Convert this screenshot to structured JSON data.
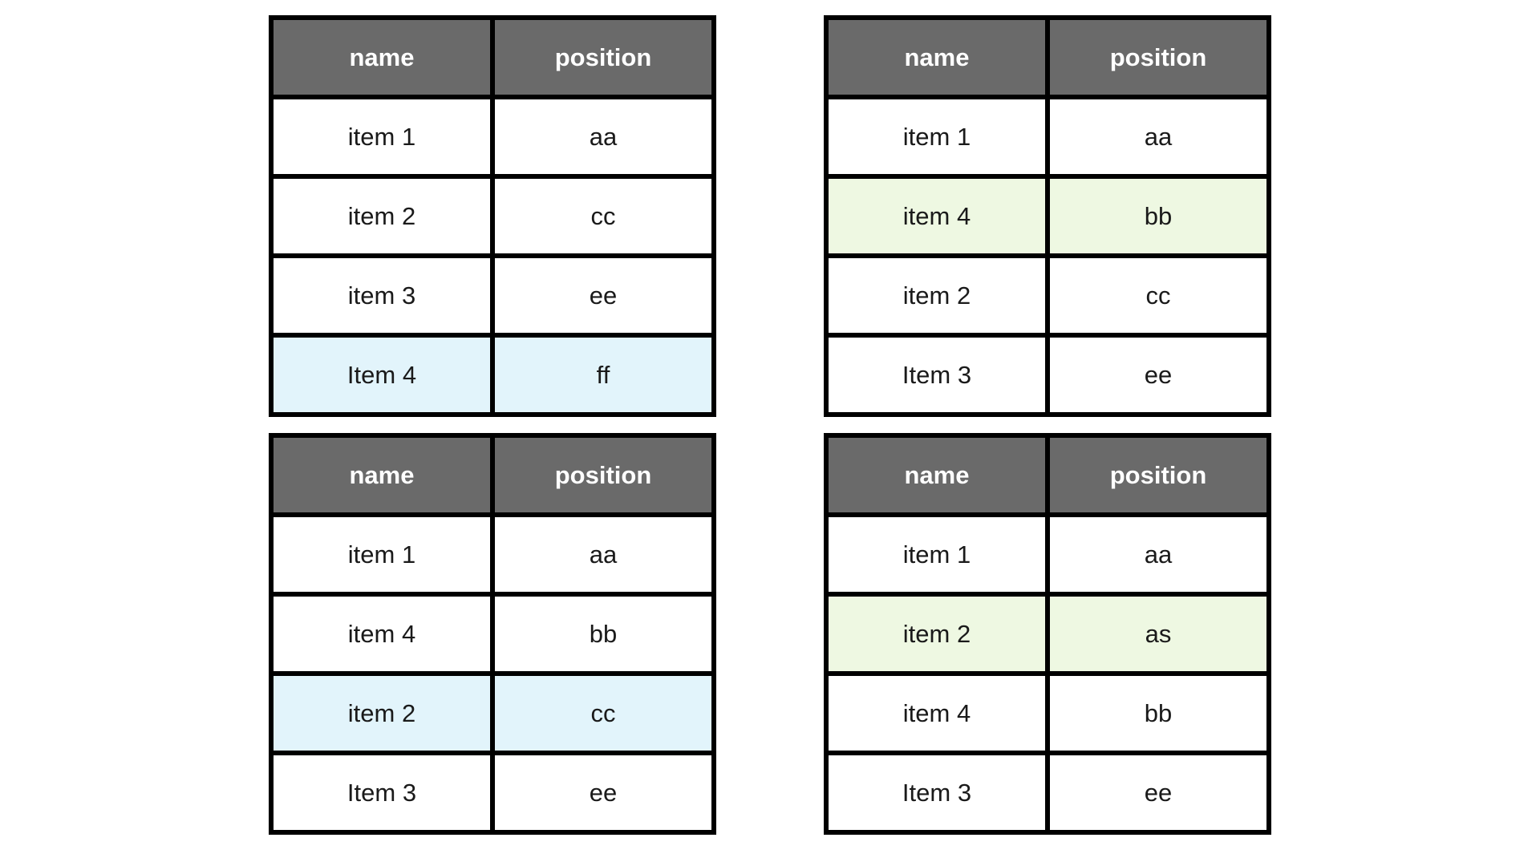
{
  "page": {
    "background": "#ffffff"
  },
  "colors": {
    "header_bg": "#6a6a6a",
    "header_text": "#ffffff",
    "cell_text": "#1a1a1a",
    "table_border": "#000000",
    "highlight_blue": "#e2f4fb",
    "highlight_green": "#eef8e2",
    "drop_indicator_teal": "#1a9cb7"
  },
  "tables": [
    {
      "placement": "top-left",
      "headers": [
        "name",
        "position"
      ],
      "rows": [
        {
          "name": "item 1",
          "position": "aa",
          "row_class": ""
        },
        {
          "name": "item 2",
          "position": "cc",
          "row_class": "teal-top"
        },
        {
          "name": "item 3",
          "position": "ee",
          "row_class": ""
        },
        {
          "name": "Item 4",
          "position": "ff",
          "row_class": "hl-blue"
        }
      ]
    },
    {
      "placement": "top-right",
      "headers": [
        "name",
        "position"
      ],
      "rows": [
        {
          "name": "item 1",
          "position": "aa",
          "row_class": ""
        },
        {
          "name": "item 4",
          "position": "bb",
          "row_class": "hl-green"
        },
        {
          "name": "item 2",
          "position": "cc",
          "row_class": ""
        },
        {
          "name": "Item 3",
          "position": "ee",
          "row_class": ""
        }
      ]
    },
    {
      "placement": "bottom-left",
      "headers": [
        "name",
        "position"
      ],
      "rows": [
        {
          "name": "item 1",
          "position": "aa",
          "row_class": ""
        },
        {
          "name": "item 4",
          "position": "bb",
          "row_class": "teal-top"
        },
        {
          "name": "item 2",
          "position": "cc",
          "row_class": "hl-blue"
        },
        {
          "name": "Item 3",
          "position": "ee",
          "row_class": ""
        }
      ]
    },
    {
      "placement": "bottom-right",
      "headers": [
        "name",
        "position"
      ],
      "rows": [
        {
          "name": "item 1",
          "position": "aa",
          "row_class": ""
        },
        {
          "name": "item 2",
          "position": "as",
          "row_class": "hl-green"
        },
        {
          "name": "item 4",
          "position": "bb",
          "row_class": ""
        },
        {
          "name": "Item 3",
          "position": "ee",
          "row_class": ""
        }
      ]
    }
  ]
}
